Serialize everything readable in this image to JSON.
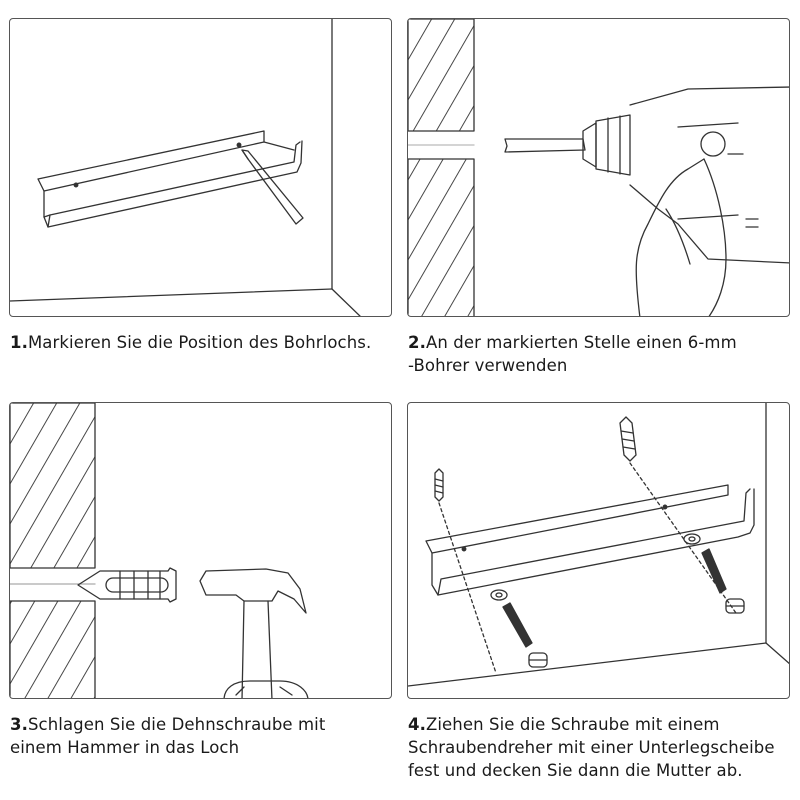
{
  "steps": [
    {
      "number": "1.",
      "lines": [
        "Markieren Sie die Position des Bohrlochs."
      ]
    },
    {
      "number": "2.",
      "lines": [
        "An der markierten Stelle einen 6-mm",
        "-Bohrer verwenden"
      ]
    },
    {
      "number": "3.",
      "lines": [
        "Schlagen Sie die Dehnschraube mit",
        "einem Hammer in das Loch"
      ]
    },
    {
      "number": "4.",
      "lines": [
        "Ziehen Sie die Schraube mit einem",
        "Schraubendreher mit einer Unterlegscheibe",
        "fest und decken Sie dann die Mutter ab."
      ]
    }
  ]
}
